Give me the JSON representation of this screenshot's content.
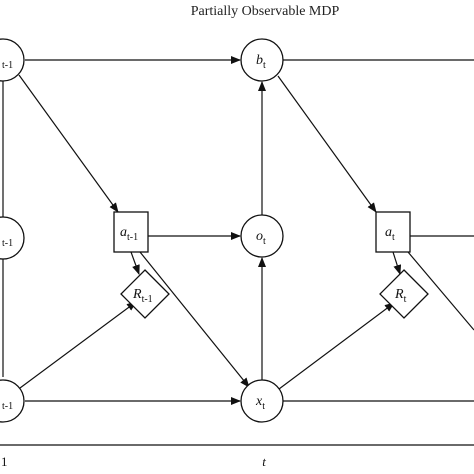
{
  "title": "Partially Observable MDP",
  "nodes": {
    "b_prev": {
      "main": "",
      "sub": "t-1"
    },
    "o_prev": {
      "main": "",
      "sub": "t-1"
    },
    "x_prev": {
      "main": "",
      "sub": "t-1"
    },
    "a_prev": {
      "main": "a",
      "sub": "t-1"
    },
    "r_prev": {
      "main": "R",
      "sub": "t-1"
    },
    "b_t": {
      "main": "b",
      "sub": "t"
    },
    "o_t": {
      "main": "o",
      "sub": "t"
    },
    "x_t": {
      "main": "x",
      "sub": "t"
    },
    "a_t": {
      "main": "a",
      "sub": "t"
    },
    "r_t": {
      "main": "R",
      "sub": "t"
    }
  },
  "axis": {
    "left_label": "1",
    "center_label": "t"
  }
}
